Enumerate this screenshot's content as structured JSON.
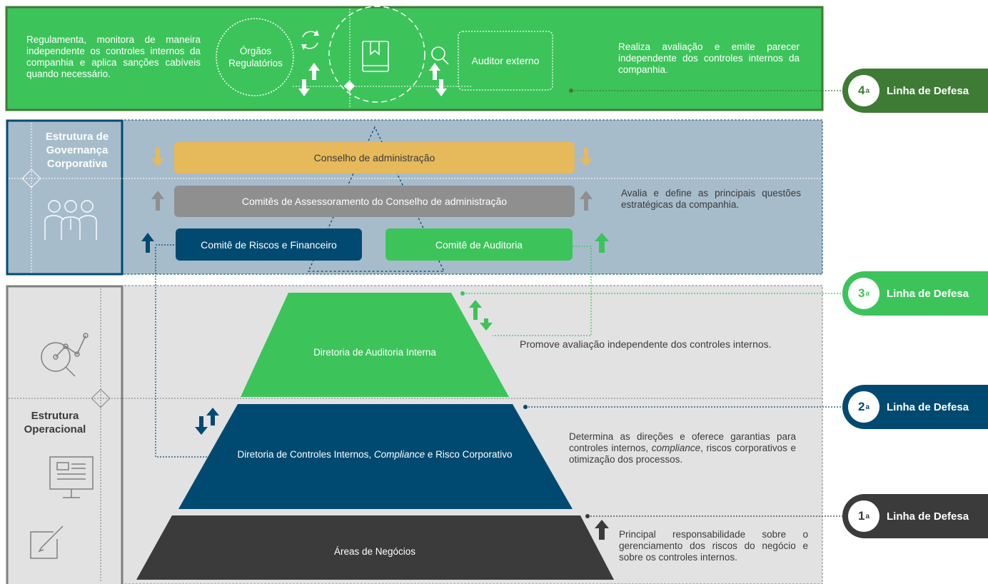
{
  "colors": {
    "green_bright": "#3cc45a",
    "green_dark": "#3e7b35",
    "navy": "#004a72",
    "gold": "#e6b95a",
    "gray_box": "#8f8f8f",
    "gray_panel": "#e2e2e2",
    "blue_panel": "#a7bccb",
    "charcoal": "#3b3b3b"
  },
  "top_band": {
    "left_text": "Regulamenta, monitora de maneira independente os controles internos da companhia e aplica sanções cabíveis quando necessário.",
    "regulators_label": "Órgãos Regulatórios",
    "auditor_label": "Auditor externo",
    "right_text": "Realiza avaliação e emite parecer independente dos controles internos da companhia."
  },
  "governance": {
    "label": "Estrutura de Governança Corporativa",
    "board": "Conselho de administração",
    "committees": "Comitês de Assessoramento do Conselho de administração",
    "risk_committee": "Comitê de Riscos e Financeiro",
    "audit_committee": "Comitê de Auditoria",
    "description": "Avalia e define as principais questões estratégicas da companhia."
  },
  "operational": {
    "label": "Estrutura Operacional",
    "internal_audit": "Diretoria de Auditoria Interna",
    "internal_audit_desc": "Promove avaliação independente dos controles internos.",
    "controls_pre": "Diretoria de Controles Internos, ",
    "controls_em": "Compliance",
    "controls_post": " e Risco Corporativo",
    "controls_desc_1": "Determina as direções e oferece garantias para controles internos, ",
    "controls_desc_em": "compliance",
    "controls_desc_2": ", riscos corporativos e otimização dos processos.",
    "business": "Áreas de Negócios",
    "business_desc": "Principal responsabilidade sobre o gerenciamento dos riscos do negócio e sobre os controles internos."
  },
  "badges": [
    {
      "num": "4",
      "sup": "a",
      "label": "Linha de Defesa"
    },
    {
      "num": "3",
      "sup": "a",
      "label": "Linha de Defesa"
    },
    {
      "num": "2",
      "sup": "a",
      "label": "Linha de Defesa"
    },
    {
      "num": "1",
      "sup": "a",
      "label": "Linha de Defesa"
    }
  ],
  "icons": [
    "refresh-icon",
    "book-icon",
    "magnifier-icon",
    "people-icon",
    "analytics-icon",
    "presentation-board-icon",
    "edit-icon",
    "arrow-icon"
  ]
}
